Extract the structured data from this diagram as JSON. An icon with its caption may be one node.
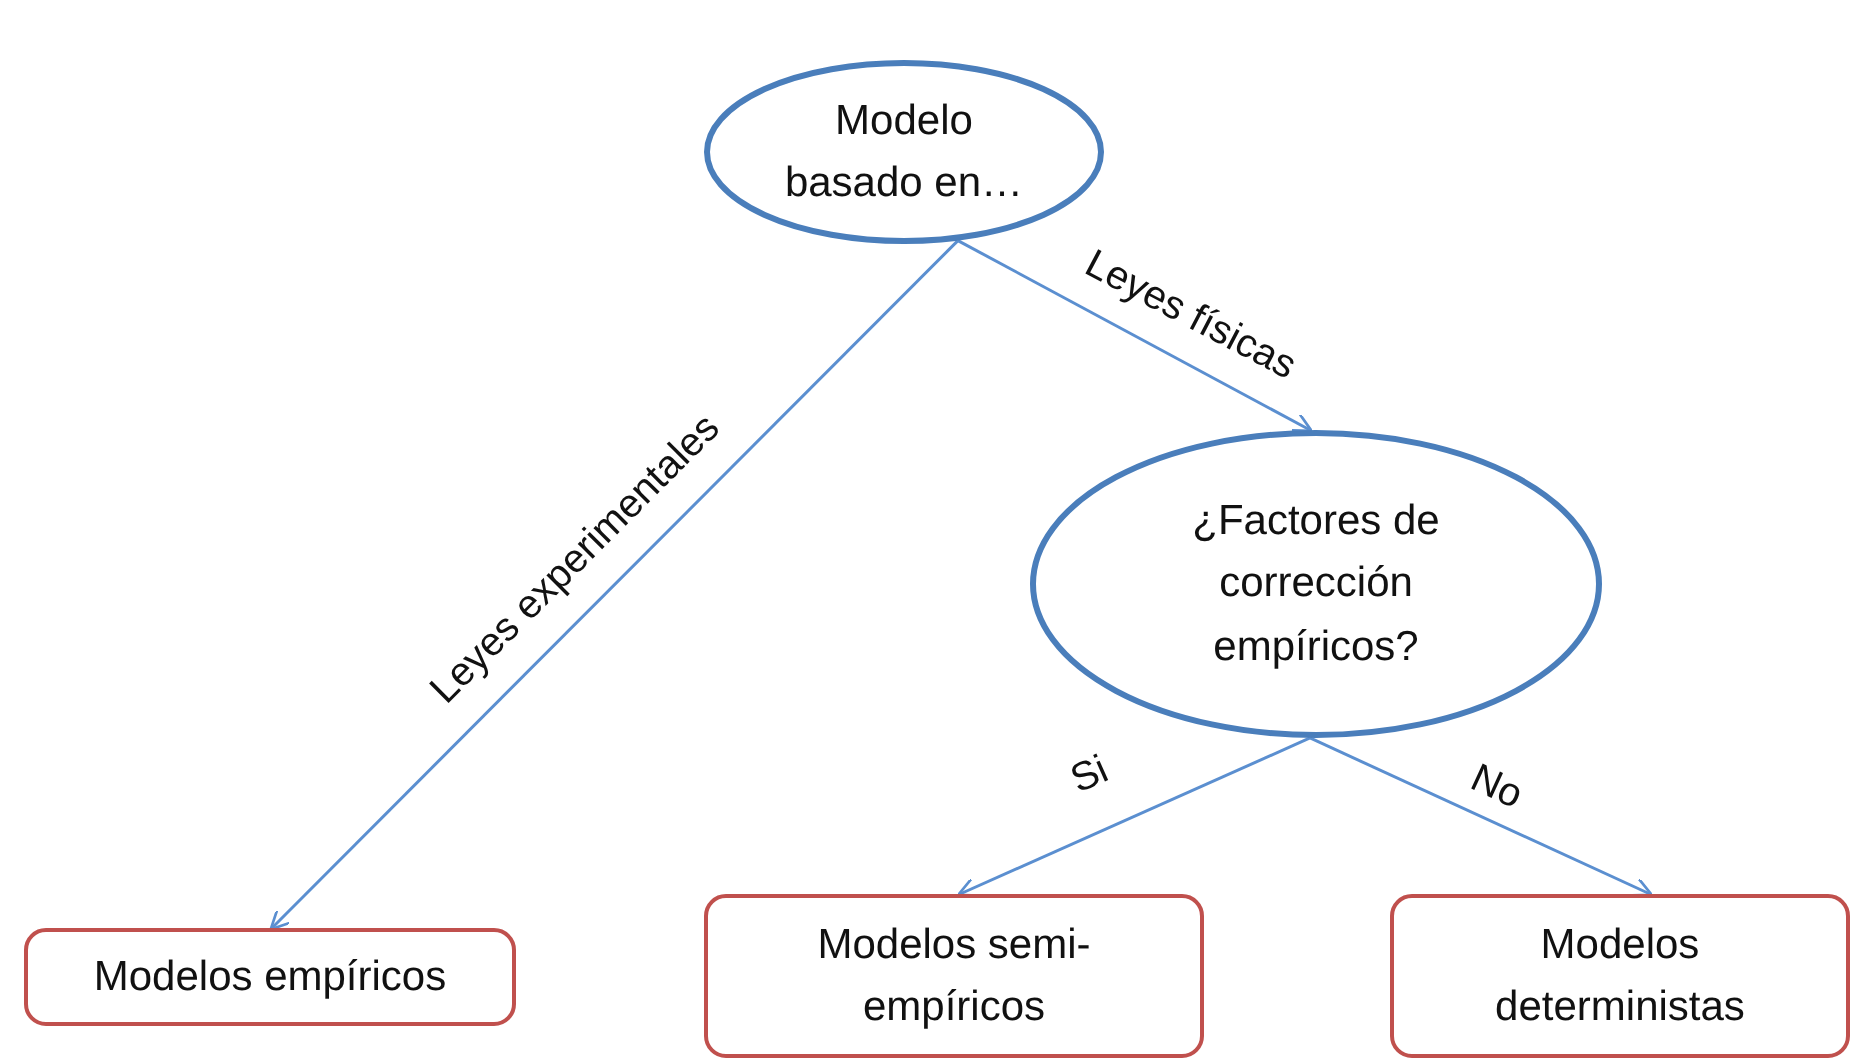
{
  "diagram": {
    "nodes": [
      {
        "text": [
          "Modelo basado en…"
        ]
      },
      {
        "text": [
          "¿Factores de corrección empíricos?"
        ]
      },
      {
        "text": [
          "Modelos empíricos"
        ]
      },
      {
        "text": [
          "Modelos semi-empíricos"
        ]
      },
      {
        "text": [
          "Modelos deterministas"
        ]
      }
    ],
    "edges": [
      {
        "from": 0,
        "to": 2,
        "arrow": "to",
        "label": "Leyes experimentales"
      },
      {
        "from": 0,
        "to": 1,
        "arrow": "to",
        "label": "Leyes físicas"
      },
      {
        "from": 1,
        "to": 3,
        "arrow": "to",
        "label": "Si"
      },
      {
        "from": 1,
        "to": 4,
        "arrow": "to",
        "label": "No"
      }
    ]
  }
}
